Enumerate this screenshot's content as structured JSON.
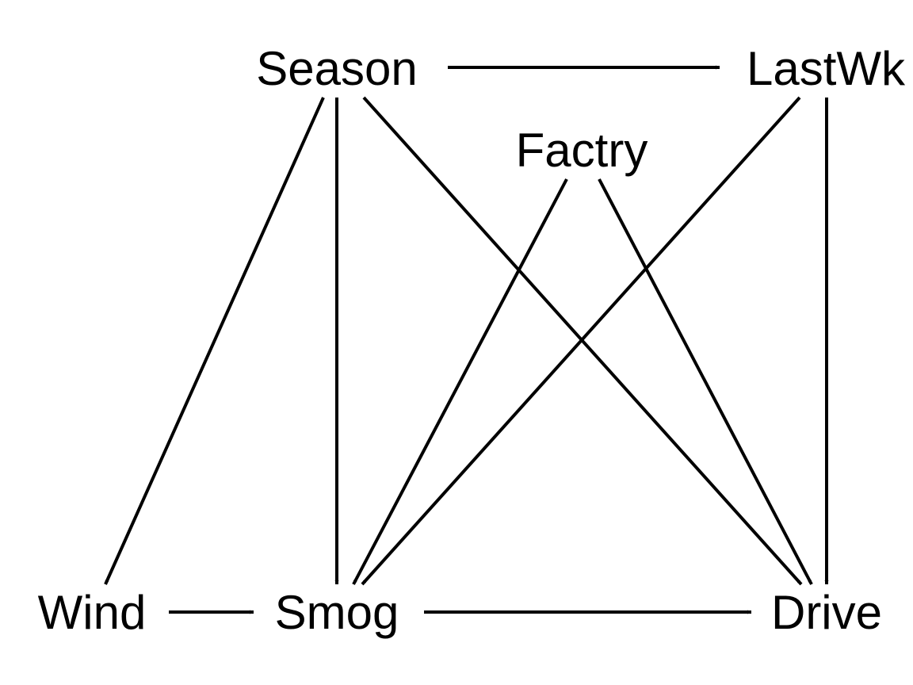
{
  "diagram": {
    "nodes": [
      {
        "id": "season",
        "label": "Season"
      },
      {
        "id": "lastwk",
        "label": "LastWk"
      },
      {
        "id": "factry",
        "label": "Factry"
      },
      {
        "id": "wind",
        "label": "Wind"
      },
      {
        "id": "smog",
        "label": "Smog"
      },
      {
        "id": "drive",
        "label": "Drive"
      }
    ],
    "edges": [
      {
        "from": "season",
        "to": "lastwk"
      },
      {
        "from": "season",
        "to": "wind"
      },
      {
        "from": "season",
        "to": "smog"
      },
      {
        "from": "season",
        "to": "drive"
      },
      {
        "from": "factry",
        "to": "smog"
      },
      {
        "from": "factry",
        "to": "drive"
      },
      {
        "from": "lastwk",
        "to": "smog"
      },
      {
        "from": "lastwk",
        "to": "drive"
      },
      {
        "from": "wind",
        "to": "smog"
      },
      {
        "from": "smog",
        "to": "drive"
      }
    ],
    "colors": {
      "ink": "#000000",
      "background": "#ffffff"
    }
  }
}
